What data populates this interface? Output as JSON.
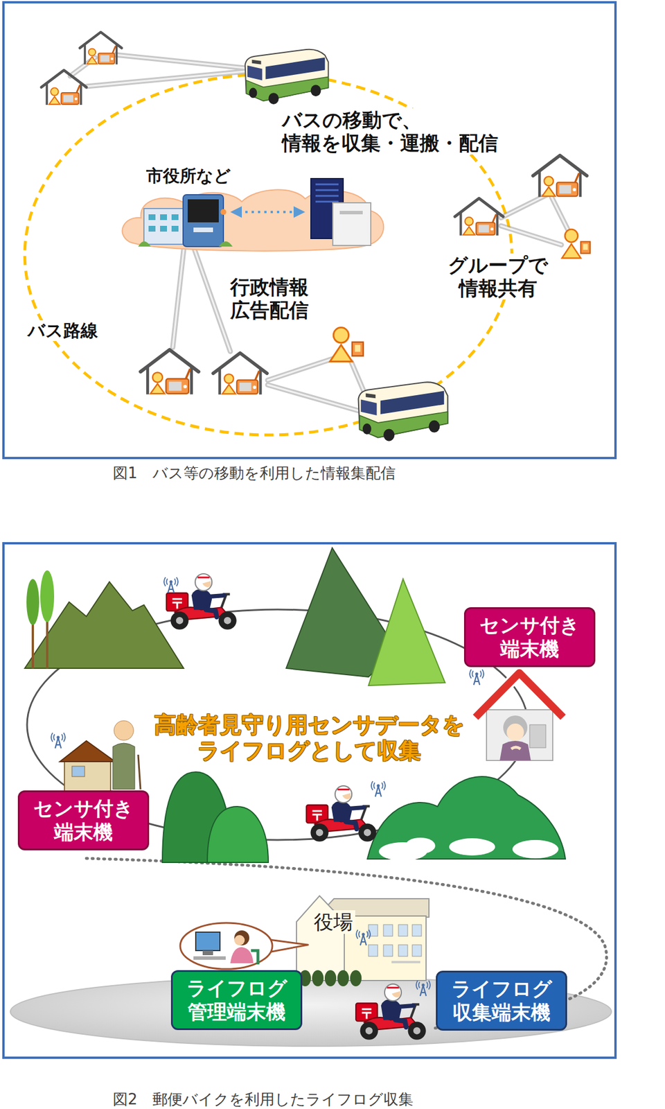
{
  "diagram": {
    "nodes": [
      {
        "text": [
          "センサ付き 端末機"
        ]
      },
      {
        "text": [
          "センサ付き 端末機"
        ]
      },
      {
        "text": [
          "ライフログ 管理端末機"
        ]
      },
      {
        "text": [
          "ライフログ 収集端末機"
        ]
      }
    ],
    "labels": [
      "バスの移動で、 情報を収集・運搬・配信",
      "市役所など",
      "行政情報 広告配信",
      "グループで 情報共有",
      "バス路線",
      "図1　バス等の移動を利用した情報集配信",
      "高齢者見守り用センサデータを ライフログとして収集",
      "役場",
      "図2　郵便バイクを利用したライフログ収集"
    ]
  }
}
